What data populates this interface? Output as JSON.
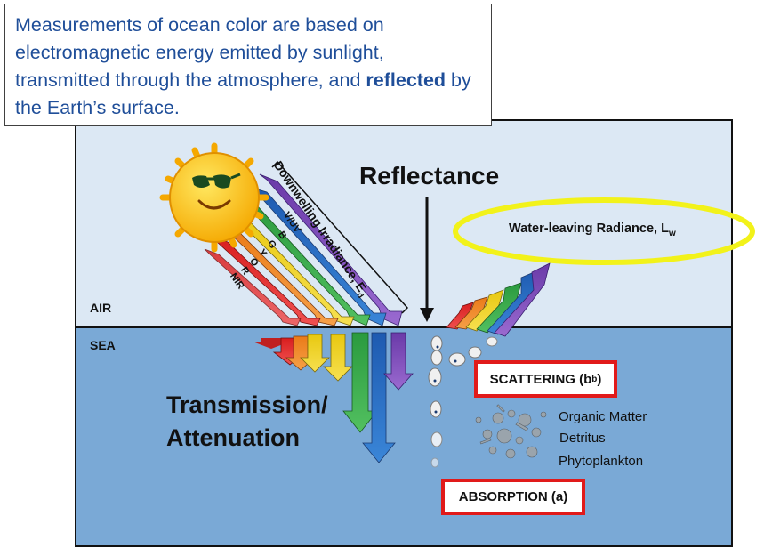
{
  "caption": {
    "part1": "Measurements of ocean color are based on electromagnetic energy emitted by sunlight, transmitted through the atmosphere, and ",
    "bold": "reflected",
    "part2": " by the Earth’s surface."
  },
  "labels": {
    "air": "AIR",
    "sea": "SEA",
    "reflectance": "Reflectance",
    "downwelling": "Downwelling Irradiance, E",
    "downwelling_sub": "d",
    "water_leaving": "Water-leaving Radiance, L",
    "water_leaving_sub": "w",
    "transmission_line1": "Transmission/",
    "transmission_line2": "Attenuation",
    "scattering": "SCATTERING (b",
    "scattering_sub": "b",
    "scattering_end": ")",
    "absorption": "ABSORPTION (a)",
    "organic_matter": "Organic Matter",
    "detritus": "Detritus",
    "phytoplankton": "Phytoplankton"
  },
  "bands": [
    "V/UV",
    "B",
    "G",
    "Y",
    "O",
    "R",
    "NIR"
  ],
  "colors": {
    "air_bg": "#dce8f4",
    "sea_bg": "#7aa9d6",
    "caption_text": "#1f4e99",
    "highlight_ellipse": "#f2f21a",
    "box_border": "#e11a1a",
    "band_violet": "#7a3fb0",
    "band_blue": "#2f6fc0",
    "band_green": "#3aa84a",
    "band_yellow": "#f0d020",
    "band_orange": "#f08a24",
    "band_red": "#e02a2a"
  }
}
